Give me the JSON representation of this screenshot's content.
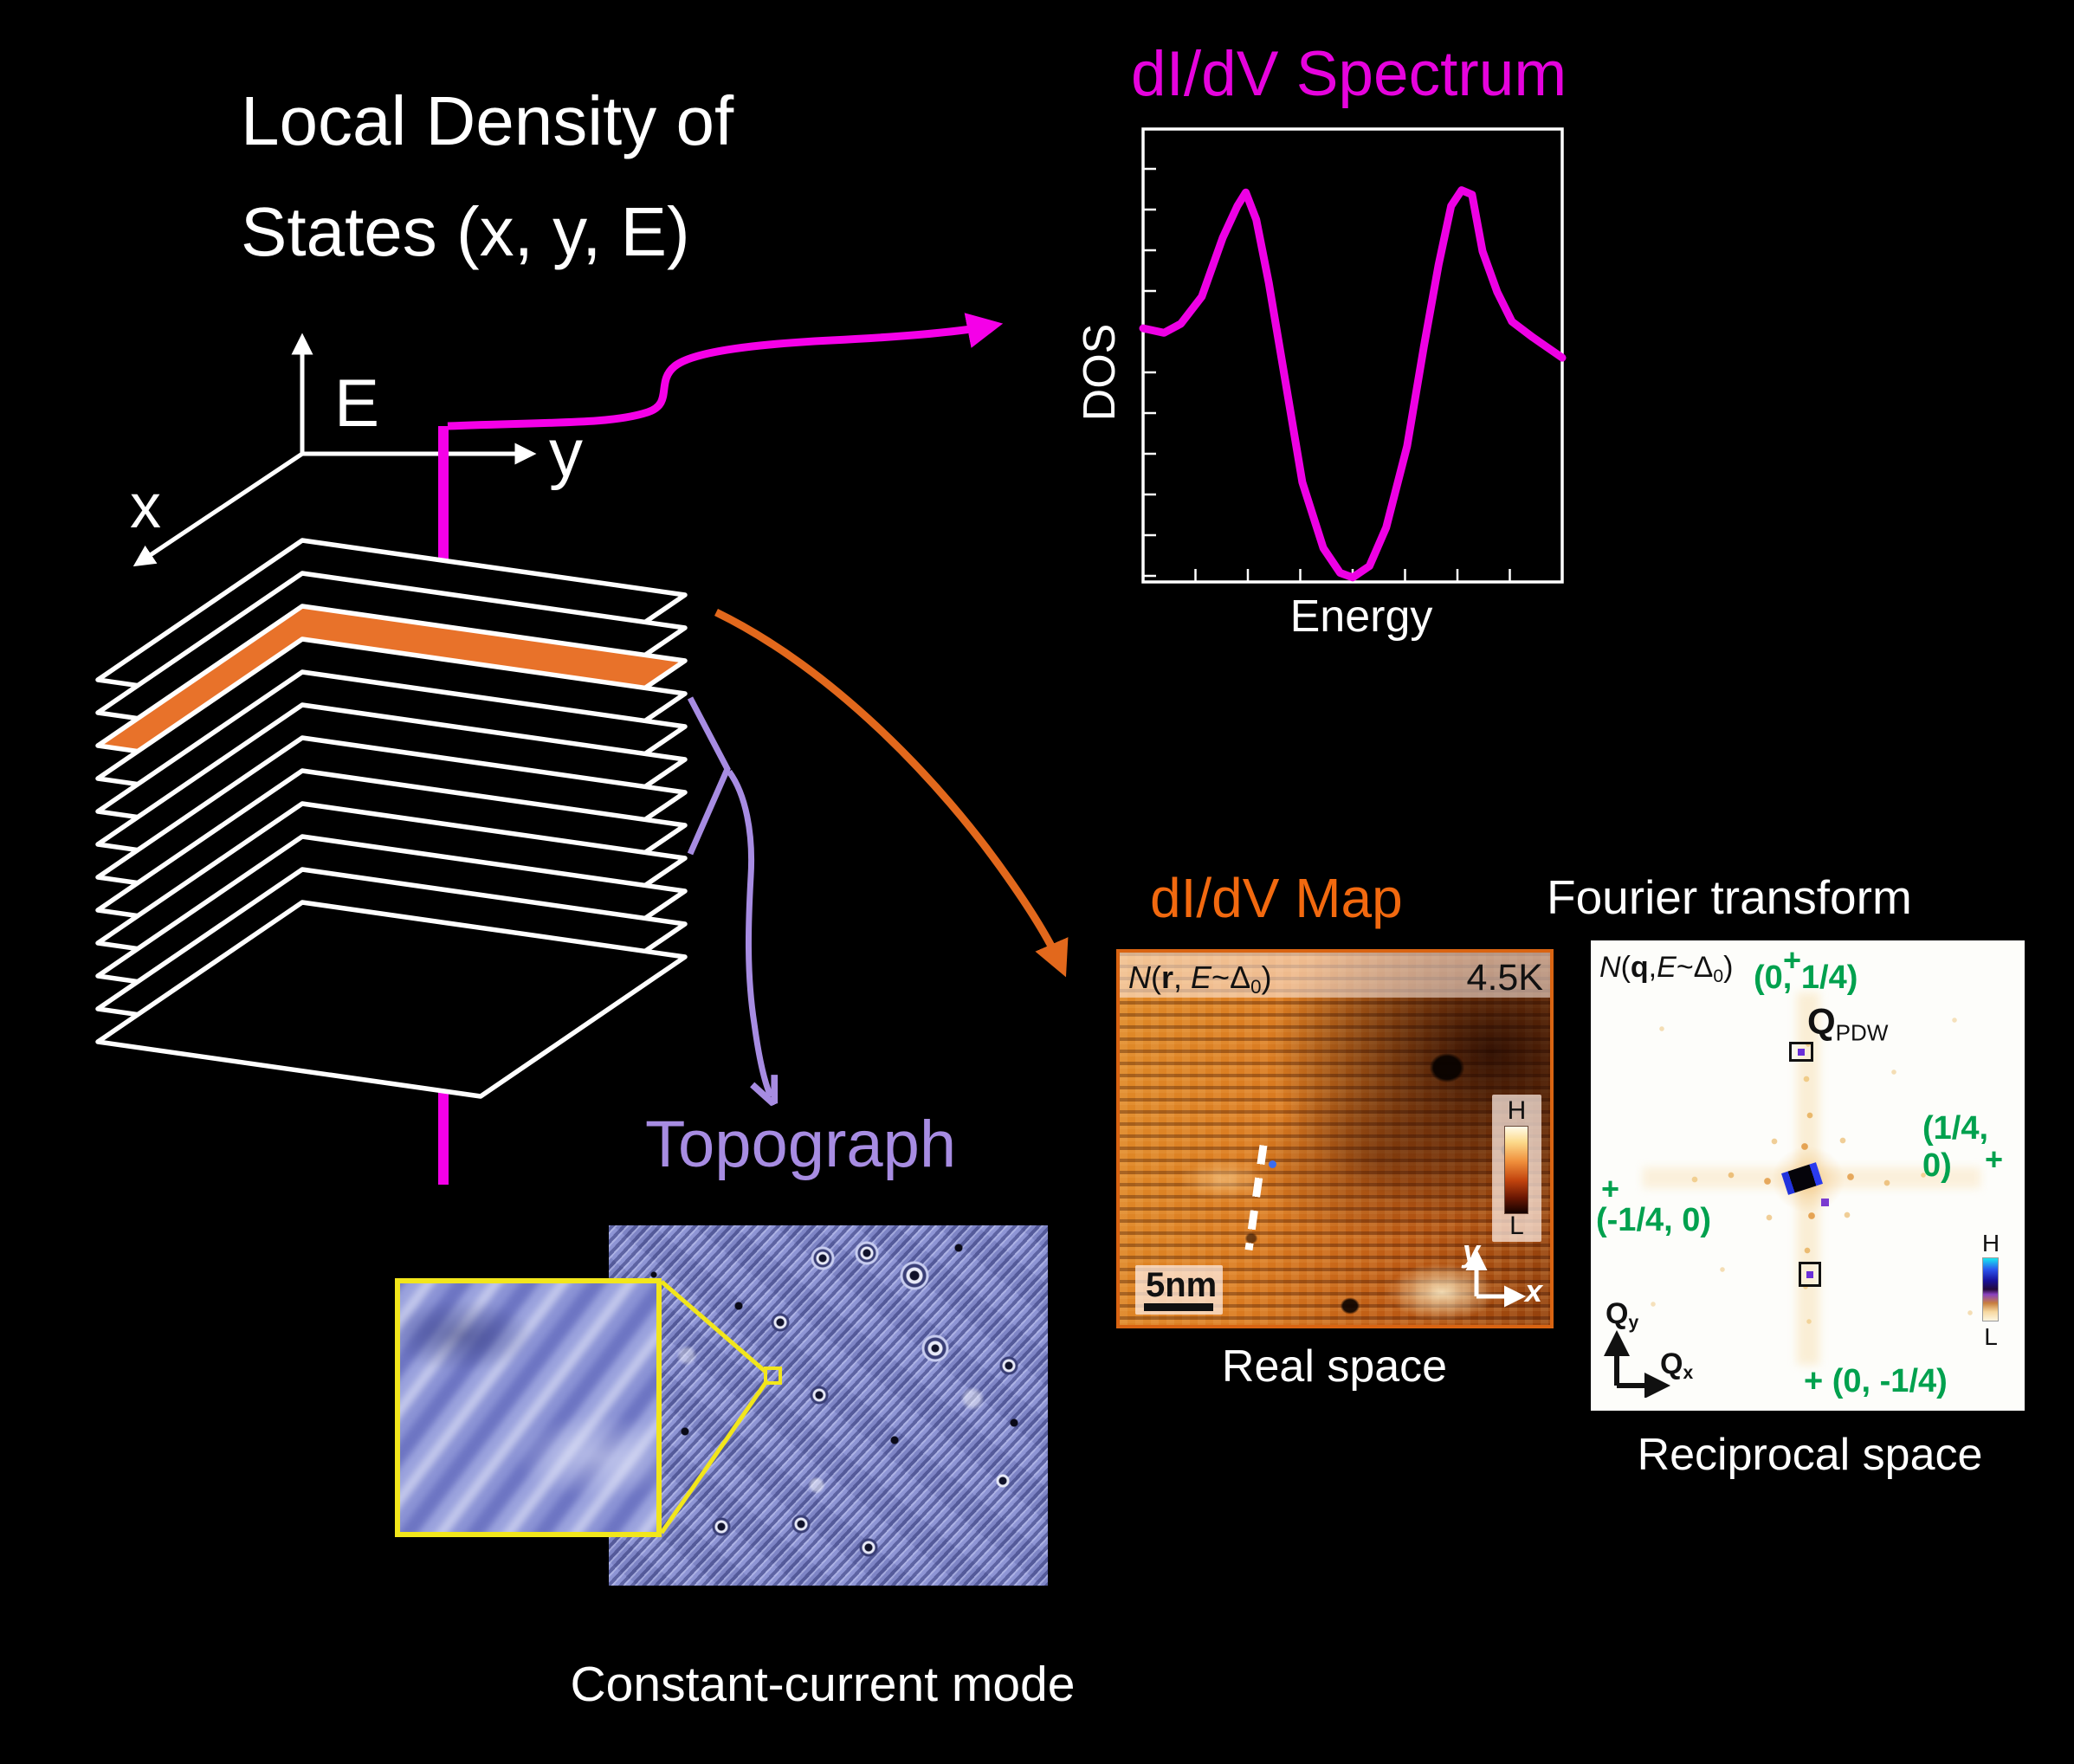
{
  "figure": {
    "background": "#000000",
    "title": {
      "line1": "Local Density of",
      "line2": "States (x, y, E)"
    },
    "axes3d": {
      "e": "E",
      "y": "y",
      "x": "x"
    },
    "colors": {
      "magenta": "#F500E8",
      "orange": "#E8722A",
      "purple": "#A78CE2",
      "green": "#00A14E",
      "yellow": "#F2E61B",
      "white": "#FFFFFF"
    },
    "spectrum": {
      "title": "dI/dV Spectrum",
      "ylabel": "DOS",
      "xlabel": "Energy"
    },
    "map": {
      "title": "dI/dV Map",
      "corner_label": {
        "n": "N",
        "open": "(",
        "r": "r",
        "sep": ", ",
        "e": "E",
        "delta": "~Δ",
        "sub": "0",
        "close": ")"
      },
      "temperature": "4.5K",
      "scale_bar": "5nm",
      "colorbar": {
        "high": "H",
        "low": "L"
      },
      "axis_y": "y",
      "axis_x": "x",
      "caption": "Real space"
    },
    "fourier": {
      "title": "Fourier transform",
      "corner_label": {
        "n": "N",
        "open": "(",
        "q": "q",
        "sep": ",",
        "e": "E",
        "delta": "~Δ",
        "sub": "0",
        "close": ")"
      },
      "q_pdw": {
        "main": "Q",
        "sub": "PDW"
      },
      "plus": "+",
      "points": {
        "top": "(0, 1/4)",
        "right": "(1/4, 0)",
        "left": "(-1/4, 0)",
        "bottom": "+ (0, -1/4)"
      },
      "colorbar": {
        "high": "H",
        "low": "L"
      },
      "axis_qy": {
        "main": "Q",
        "sub": "y"
      },
      "axis_qx": {
        "main": "Q",
        "sub": "x"
      },
      "caption": "Reciprocal space"
    },
    "topograph": {
      "title": "Topograph",
      "caption": "Constant-current mode"
    }
  },
  "chart_data": {
    "type": "line",
    "title": "dI/dV Spectrum",
    "xlabel": "Energy",
    "ylabel": "DOS",
    "legend": false,
    "grid": false,
    "axis_tick_labels": "none (unlabeled tick marks on left and bottom axes)",
    "description": "Superconducting-gap-like tunneling spectrum: coherence peaks at both gap edges with a deep minimum at zero energy; normalized coordinates x 0-1 (energy, left to right), y 0-1 (DOS, 0 = bottom of axes).",
    "series": [
      {
        "name": "DOS spectrum",
        "points_norm": [
          [
            0.0,
            0.56
          ],
          [
            0.05,
            0.55
          ],
          [
            0.09,
            0.57
          ],
          [
            0.14,
            0.63
          ],
          [
            0.19,
            0.76
          ],
          [
            0.225,
            0.83
          ],
          [
            0.245,
            0.86
          ],
          [
            0.27,
            0.8
          ],
          [
            0.3,
            0.66
          ],
          [
            0.34,
            0.44
          ],
          [
            0.38,
            0.22
          ],
          [
            0.43,
            0.075
          ],
          [
            0.47,
            0.02
          ],
          [
            0.5,
            0.01
          ],
          [
            0.54,
            0.035
          ],
          [
            0.58,
            0.12
          ],
          [
            0.63,
            0.3
          ],
          [
            0.67,
            0.52
          ],
          [
            0.705,
            0.7
          ],
          [
            0.735,
            0.83
          ],
          [
            0.76,
            0.865
          ],
          [
            0.785,
            0.855
          ],
          [
            0.81,
            0.73
          ],
          [
            0.845,
            0.64
          ],
          [
            0.88,
            0.575
          ],
          [
            0.93,
            0.54
          ],
          [
            1.0,
            0.495
          ]
        ]
      }
    ]
  }
}
